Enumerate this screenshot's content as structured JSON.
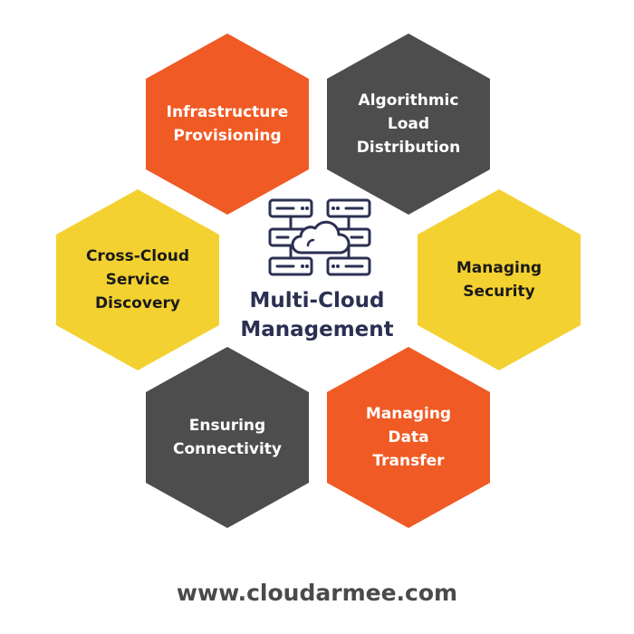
{
  "colors": {
    "orange": "#f05a24",
    "gray": "#4d4d4d",
    "yellow": "#f3d131",
    "navy": "#2b3052",
    "footer_text": "#4a4a4a",
    "white": "#ffffff",
    "dark_text": "#1a1a1a"
  },
  "center": {
    "icon": "server-cloud-icon",
    "title_line1": "Multi-Cloud",
    "title_line2": "Management"
  },
  "nodes": {
    "infrastructure": {
      "line1": "Infrastructure",
      "line2": "Provisioning"
    },
    "algorithmic": {
      "line1": "Algorithmic",
      "line2": "Load",
      "line3": "Distribution"
    },
    "cross_cloud": {
      "line1": "Cross-Cloud",
      "line2": "Service",
      "line3": "Discovery"
    },
    "security": {
      "line1": "Managing",
      "line2": "Security"
    },
    "connectivity": {
      "line1": "Ensuring",
      "line2": "Connectivity"
    },
    "data_transfer": {
      "line1": "Managing",
      "line2": "Data",
      "line3": "Transfer"
    }
  },
  "footer": {
    "url": "www.cloudarmee.com"
  }
}
